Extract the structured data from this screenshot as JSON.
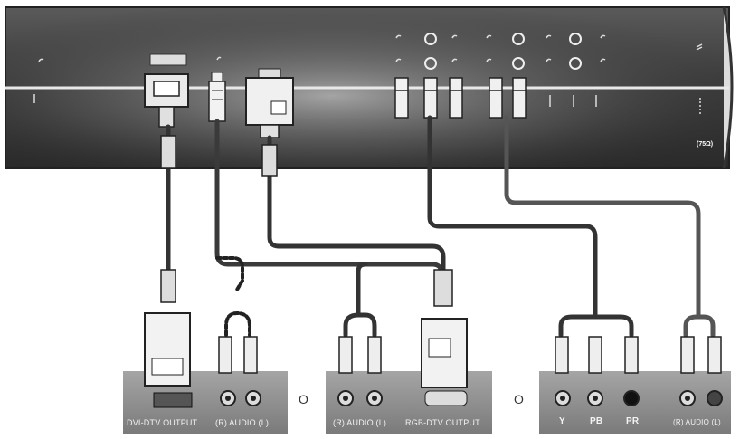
{
  "tv_panel": {
    "side_label": "(75Ω)"
  },
  "devices": [
    {
      "name": "DVI device",
      "labels": [
        "DVI-DTV OUTPUT",
        "(R) AUDIO (L)"
      ]
    },
    {
      "name": "RGB device",
      "labels": [
        "(R) AUDIO (L)",
        "RGB-DTV OUTPUT"
      ]
    },
    {
      "name": "Component device",
      "labels": [
        "Y",
        "PB",
        "PR",
        "(R) AUDIO (L)"
      ]
    }
  ],
  "separators": [
    "O",
    "O"
  ],
  "colors": {
    "panel_dark": "#3a3a3a",
    "panel_light": "#9a9a9a",
    "cable": "#2a2a2a",
    "cable_light": "#8a8a8a",
    "device_box": "#8c8c8c"
  }
}
